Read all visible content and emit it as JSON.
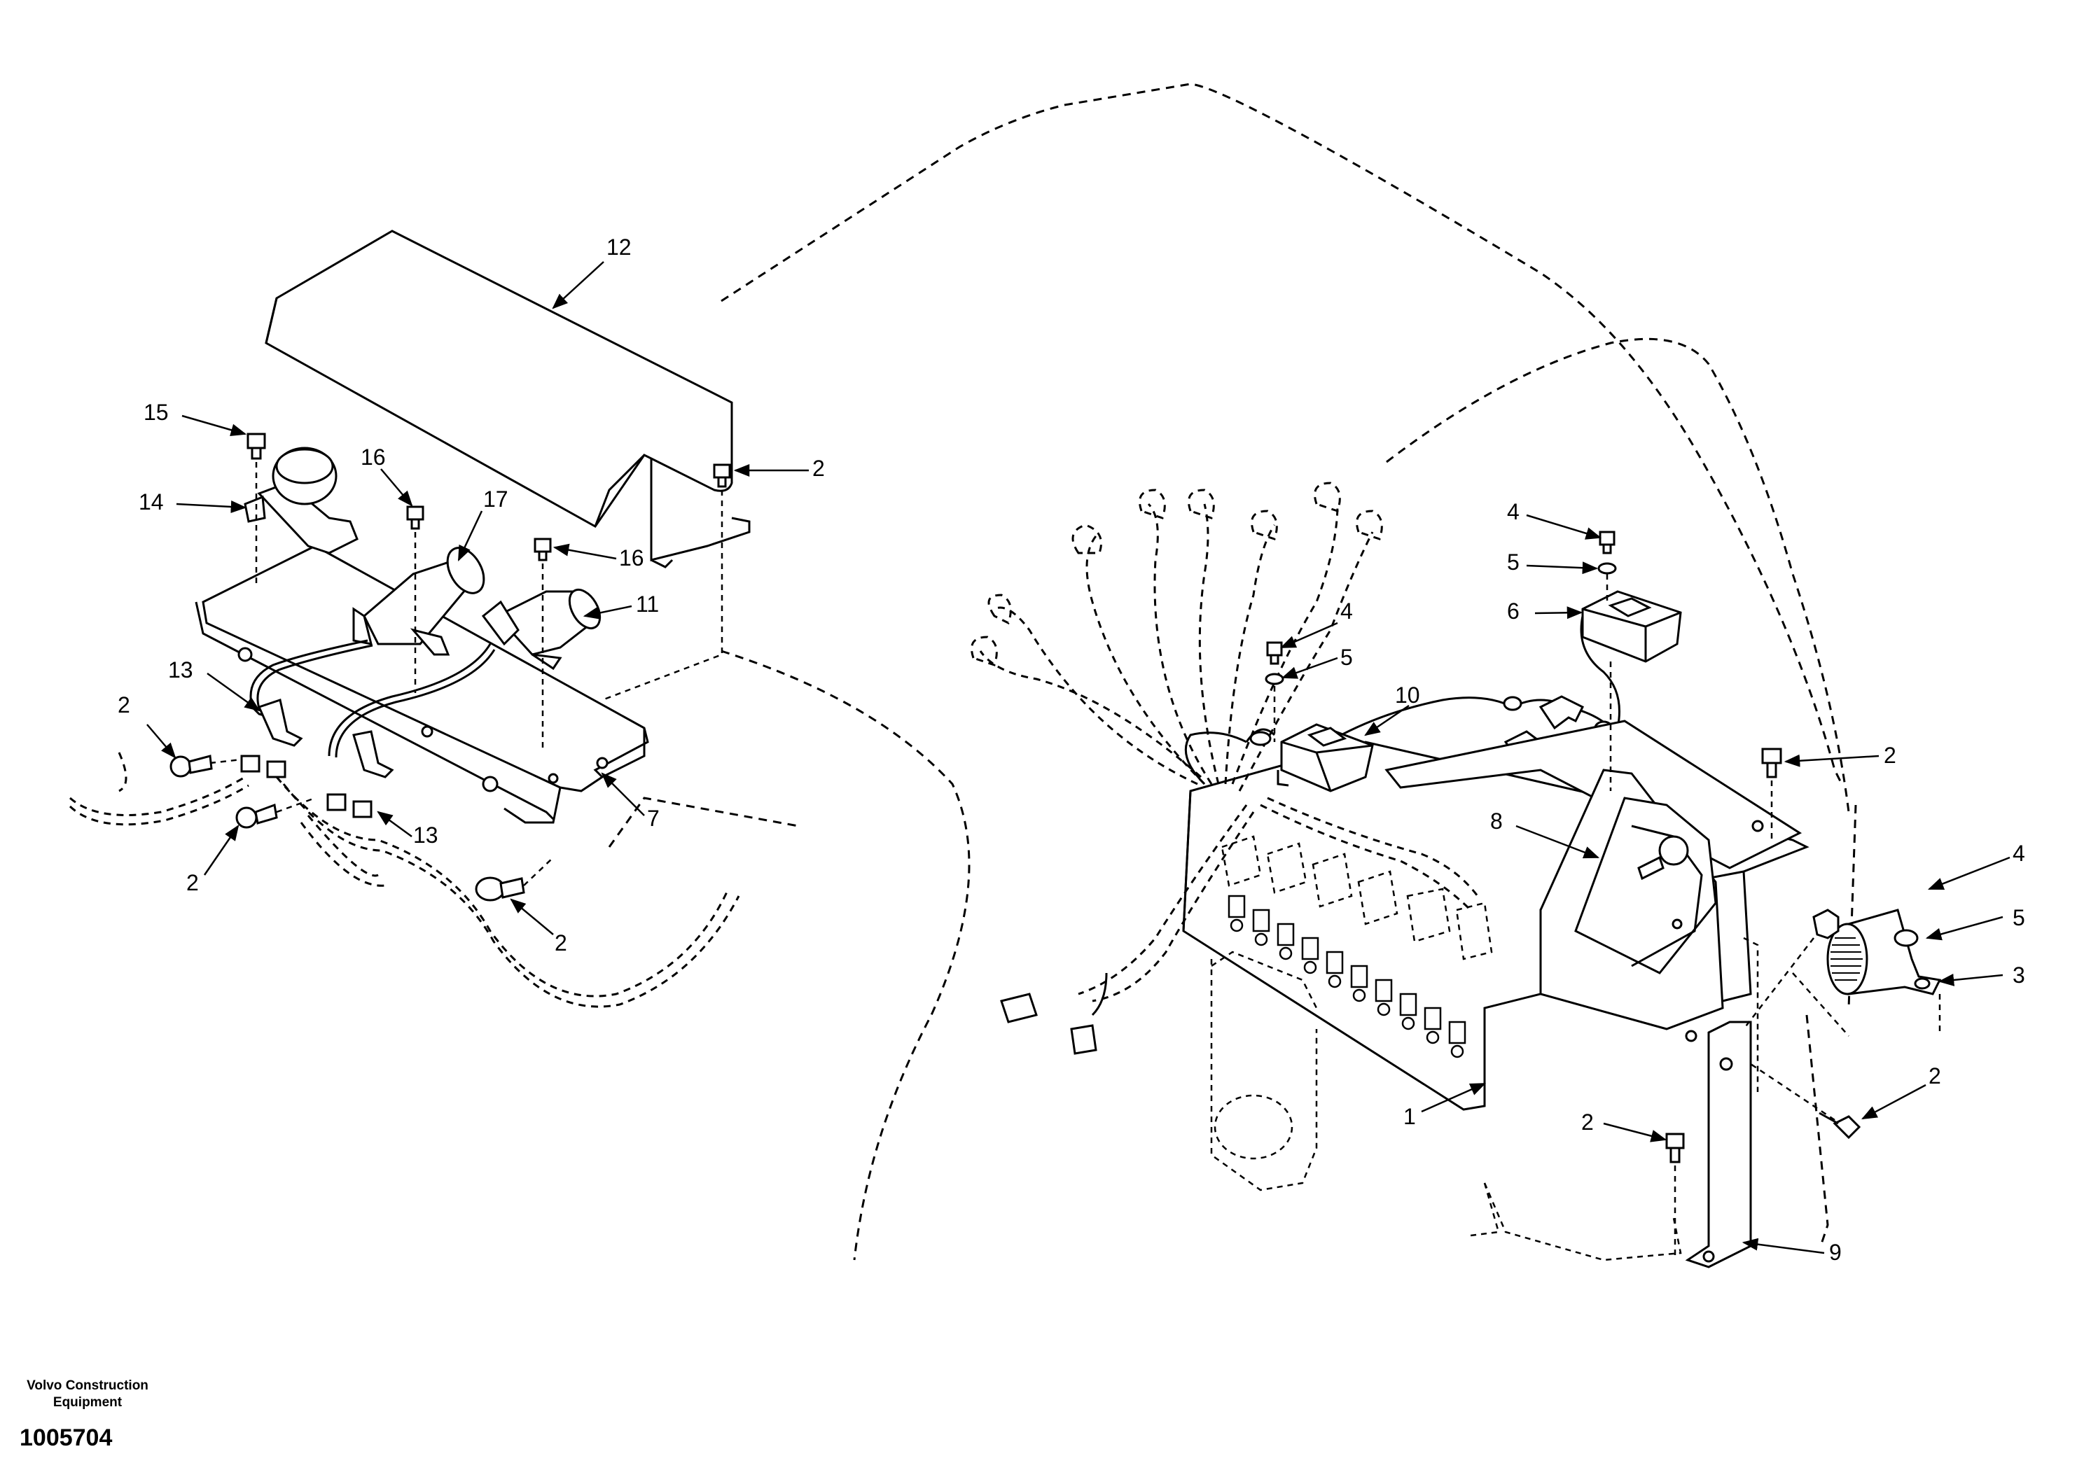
{
  "figure": {
    "document_number": "1005704",
    "brand_line_1": "Volvo Construction",
    "brand_line_2": "Equipment",
    "line_color": "#000000",
    "background_color": "#ffffff"
  },
  "callouts": {
    "c1": "1",
    "c2": "2",
    "c3": "3",
    "c4": "4",
    "c5": "5",
    "c6": "6",
    "c7": "7",
    "c8": "8",
    "c9": "9",
    "c10": "10",
    "c11": "11",
    "c12": "12",
    "c13": "13",
    "c14": "14",
    "c15": "15",
    "c16": "16",
    "c17": "17"
  }
}
